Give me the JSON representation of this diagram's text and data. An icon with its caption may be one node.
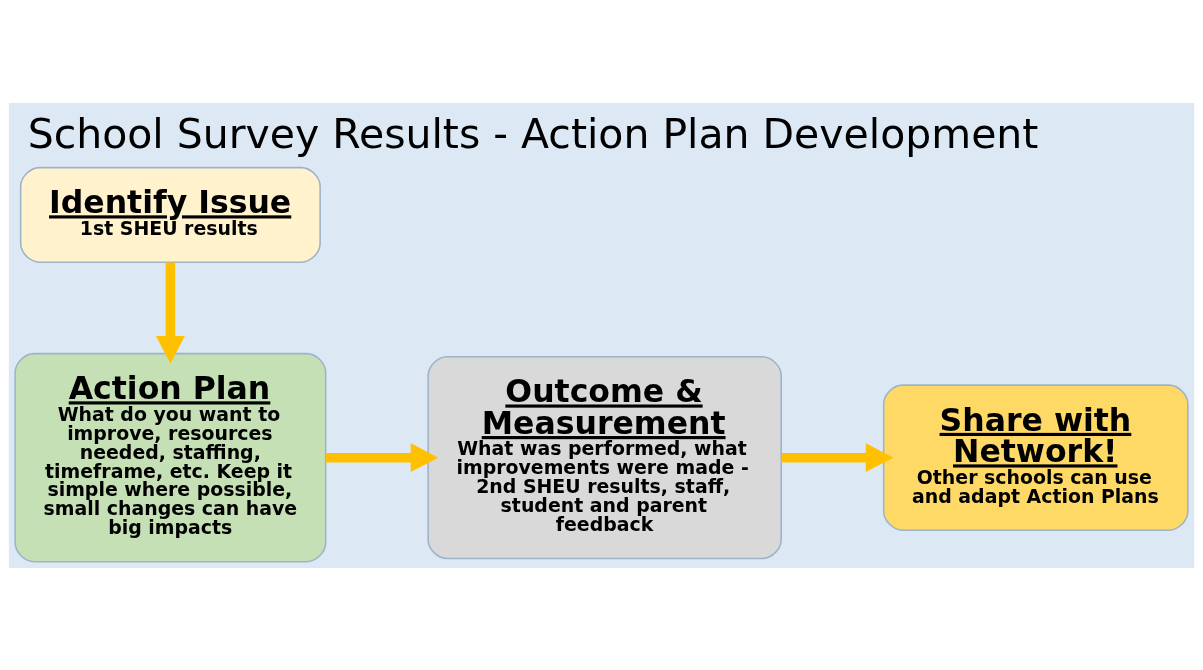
{
  "diagram": {
    "title": "School Survey Results - Action Plan Development",
    "nodes": [
      {
        "text": [
          "Identify Issue",
          "1st SHEU results"
        ]
      },
      {
        "text": [
          "Action Plan",
          "What do you want to improve, resources needed, staffing, timeframe, etc. Keep it simple where possible, small changes can have big impacts"
        ]
      },
      {
        "text": [
          "Outcome & Measurement",
          "What was performed, what improvements were made - 2nd SHEU results, staff, student and parent feedback"
        ]
      },
      {
        "text": [
          "Share with Network!",
          "Other schools can use and adapt Action Plans"
        ]
      }
    ],
    "edges": [
      {
        "from": 0,
        "to": 1,
        "arrow": "to"
      },
      {
        "from": 1,
        "to": 2,
        "arrow": "to"
      },
      {
        "from": 2,
        "to": 3,
        "arrow": "to"
      }
    ]
  }
}
